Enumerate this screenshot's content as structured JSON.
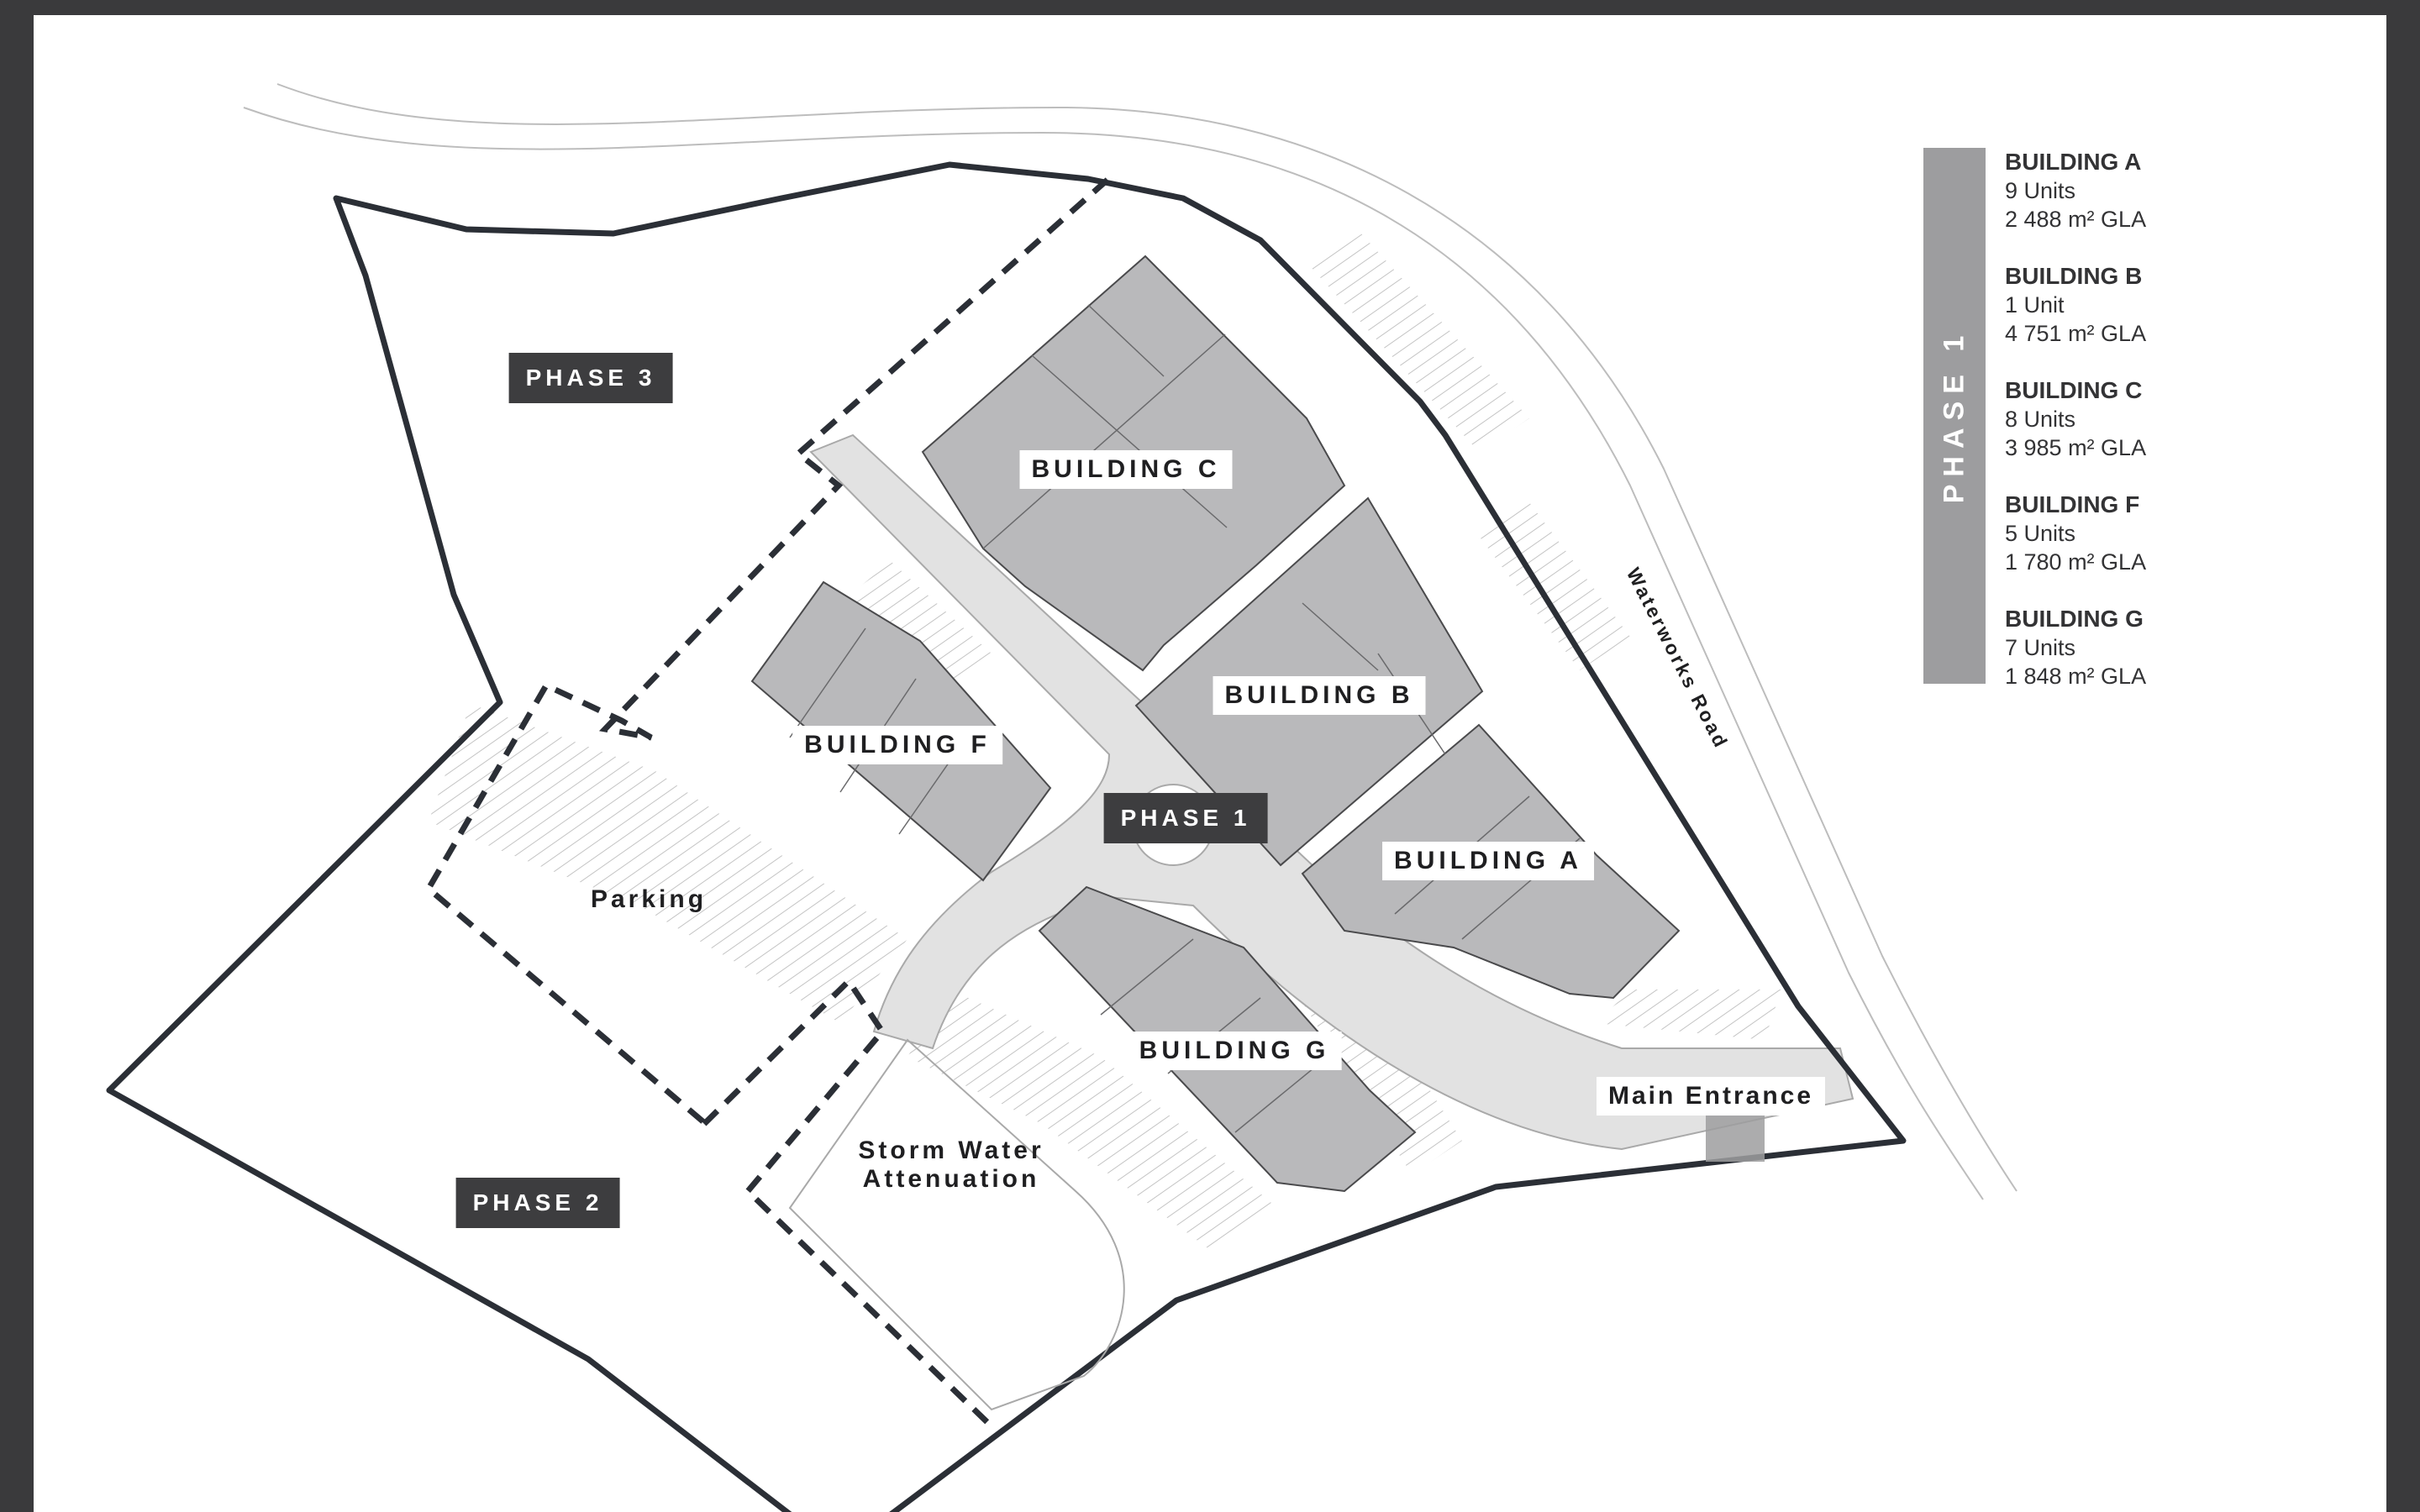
{
  "viewer": {
    "background": "#3a3a3c"
  },
  "colors": {
    "boundary": "#2b2f36",
    "building_fill": "#b9b9bb",
    "road_fill": "#e2e2e2",
    "label_dark": "#3d3d3f",
    "phase_bar": "#9d9d9f"
  },
  "map": {
    "phase_labels": {
      "phase3": "PHASE 3",
      "phase2": "PHASE 2",
      "phase1": "PHASE 1"
    },
    "buildings": {
      "c": "BUILDING C",
      "b": "BUILDING B",
      "f": "BUILDING F",
      "a": "BUILDING A",
      "g": "BUILDING G"
    },
    "areas": {
      "parking": "Parking",
      "storm_line1": "Storm Water",
      "storm_line2": "Attenuation",
      "main_entrance": "Main Entrance"
    },
    "road_name": "Waterworks Road"
  },
  "legend": {
    "phase_title": "PHASE 1",
    "items": [
      {
        "name": "BUILDING A",
        "units": "9 Units",
        "gla": "2 488 m² GLA"
      },
      {
        "name": "BUILDING B",
        "units": "1 Unit",
        "gla": "4 751 m² GLA"
      },
      {
        "name": "BUILDING C",
        "units": "8 Units",
        "gla": "3 985 m² GLA"
      },
      {
        "name": "BUILDING F",
        "units": "5 Units",
        "gla": "1 780 m² GLA"
      },
      {
        "name": "BUILDING G",
        "units": "7 Units",
        "gla": "1 848 m² GLA"
      }
    ]
  }
}
